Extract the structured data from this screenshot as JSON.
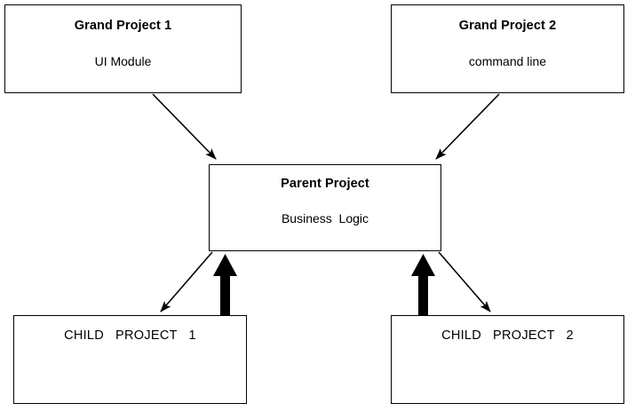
{
  "diagram": {
    "type": "block-architecture-diagram",
    "boxes": [
      {
        "id": "grand-project-1",
        "title": "Grand Project 1",
        "subtitle": "UI Module"
      },
      {
        "id": "grand-project-2",
        "title": "Grand Project 2",
        "subtitle": "command line"
      },
      {
        "id": "parent-project",
        "title": "Parent Project",
        "subtitle": "Business  Logic"
      },
      {
        "id": "child-project-1",
        "title": "CHILD   PROJECT   1",
        "subtitle": ""
      },
      {
        "id": "child-project-2",
        "title": "CHILD   PROJECT   2",
        "subtitle": ""
      }
    ],
    "connectors": [
      {
        "id": "gp1-to-parent",
        "from": "grand-project-1",
        "to": "parent-project",
        "style": "thin",
        "direction": "down-right"
      },
      {
        "id": "gp2-to-parent",
        "from": "grand-project-2",
        "to": "parent-project",
        "style": "thin",
        "direction": "down-left"
      },
      {
        "id": "parent-to-child1",
        "from": "parent-project",
        "to": "child-project-1",
        "style": "thin",
        "direction": "down-left"
      },
      {
        "id": "parent-to-child2",
        "from": "parent-project",
        "to": "child-project-2",
        "style": "thin",
        "direction": "down-right"
      },
      {
        "id": "child1-to-parent",
        "from": "child-project-1",
        "to": "parent-project",
        "style": "thick",
        "direction": "up"
      },
      {
        "id": "child2-to-parent",
        "from": "child-project-2",
        "to": "parent-project",
        "style": "thick",
        "direction": "up"
      }
    ],
    "colors": {
      "stroke": "#000000",
      "fill": "#ffffff",
      "text": "#000000"
    }
  }
}
